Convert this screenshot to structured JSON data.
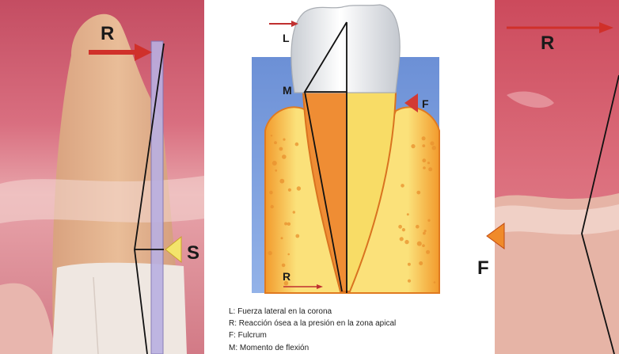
{
  "left_photo": {
    "force_label": "R",
    "side_label": "S"
  },
  "diagram": {
    "lateral_force_label": "L",
    "moment_label": "M",
    "fulcrum_label": "F",
    "reaction_label": "R"
  },
  "legend": [
    "L: Fuerza lateral en la corona",
    "R: Reacción ósea a la presión en la zona apical",
    "F: Fulcrum",
    "M: Momento de flexión"
  ],
  "right_photo": {
    "force_label": "R",
    "fulcrum_label": "F"
  },
  "colors": {
    "force_arrow": "#d0302a",
    "side_marker": "#f3e46b",
    "fulcrum_marker_center": "#d23a34",
    "fulcrum_marker_right": "#f08a2a",
    "ligament_bar": "#b9b0e2",
    "background_blue": "#7c9ddd"
  }
}
